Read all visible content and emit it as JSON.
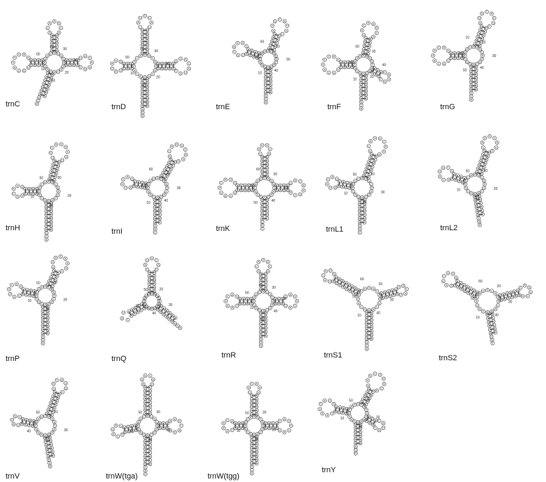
{
  "colors": {
    "stem": "#39d34a",
    "loop": "#a8cdea",
    "junction": "#e8707a",
    "wobble": "#e6c84f",
    "tail": "#e8707a",
    "outline": "#333333"
  },
  "molecules": [
    {
      "name": "trnC",
      "shape": "cloverleaf",
      "nums": [
        "30",
        "40",
        "20",
        "50",
        "10",
        "60",
        "70"
      ]
    },
    {
      "name": "trnD",
      "shape": "cloverleaf",
      "nums": [
        "30",
        "40",
        "20",
        "50",
        "10",
        "60",
        "70"
      ]
    },
    {
      "name": "trnE",
      "shape": "three-arm",
      "nums": [
        "20",
        "30",
        "40",
        "10",
        "50",
        "60"
      ]
    },
    {
      "name": "trnF",
      "shape": "cloverleaf",
      "nums": [
        "30",
        "40",
        "20",
        "10",
        "50",
        "60"
      ]
    },
    {
      "name": "trnG",
      "shape": "three-arm",
      "nums": [
        "20",
        "30",
        "40",
        "50",
        "60",
        "10"
      ]
    },
    {
      "name": "trnH",
      "shape": "three-arm",
      "nums": [
        "30",
        "20",
        "40",
        "10",
        "50"
      ]
    },
    {
      "name": "trnI",
      "shape": "three-arm",
      "nums": [
        "20",
        "30",
        "40",
        "10",
        "50",
        "60"
      ]
    },
    {
      "name": "trnK",
      "shape": "cloverleaf",
      "nums": [
        "30",
        "20",
        "40",
        "50",
        "10",
        "60"
      ]
    },
    {
      "name": "trnL1",
      "shape": "three-arm",
      "nums": [
        "20",
        "30",
        "40",
        "10",
        "50"
      ]
    },
    {
      "name": "trnL2",
      "shape": "three-arm",
      "nums": [
        "30",
        "20",
        "40",
        "10",
        "50"
      ]
    },
    {
      "name": "trnP",
      "shape": "three-arm",
      "nums": [
        "20",
        "30",
        "40",
        "10",
        "50"
      ]
    },
    {
      "name": "trnQ",
      "shape": "three-arm",
      "nums": [
        "20",
        "30",
        "40",
        "10",
        "50"
      ]
    },
    {
      "name": "trnR",
      "shape": "cloverleaf",
      "nums": [
        "30",
        "20",
        "40",
        "50",
        "10",
        "60",
        "70"
      ]
    },
    {
      "name": "trnS1",
      "shape": "three-arm",
      "nums": [
        "20",
        "30",
        "40",
        "10",
        "50",
        "60"
      ]
    },
    {
      "name": "trnS2",
      "shape": "three-arm",
      "nums": [
        "20",
        "30",
        "40",
        "10",
        "50",
        "60"
      ]
    },
    {
      "name": "trnV",
      "shape": "three-arm",
      "nums": [
        "20",
        "30",
        "10",
        "40",
        "50"
      ]
    },
    {
      "name": "trnW(tga)",
      "shape": "cloverleaf",
      "nums": [
        "30",
        "20",
        "40",
        "10",
        "50"
      ]
    },
    {
      "name": "trnW(tgg)",
      "shape": "cloverleaf",
      "nums": [
        "30",
        "20",
        "40",
        "10",
        "50"
      ]
    },
    {
      "name": "trnY",
      "shape": "three-arm",
      "nums": [
        "20",
        "30",
        "40",
        "10",
        "50"
      ]
    }
  ]
}
